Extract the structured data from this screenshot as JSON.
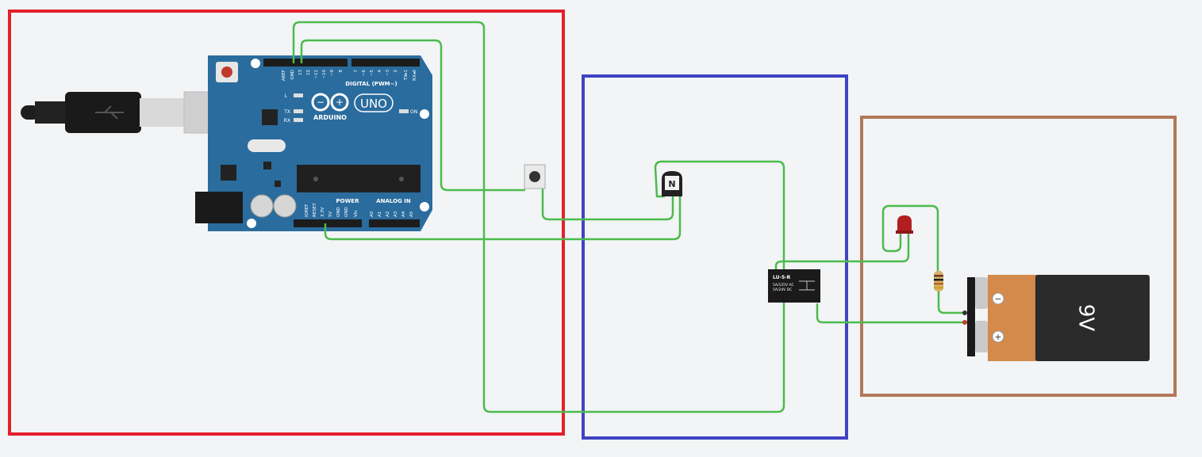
{
  "colors": {
    "background": "#f2f4f6",
    "wire": "#4cbb4c",
    "box_arduino": "#e4202b",
    "box_transistor": "#3e43c4",
    "box_battery": "#b3775a",
    "board": "#2b6c9e",
    "battery_orange": "#d48a4b",
    "battery_black": "#2b2b2b"
  },
  "arduino": {
    "brand": "ARDUINO",
    "model": "UNO",
    "digital_header": "DIGITAL (PWM~)",
    "power_header": "POWER",
    "analog_header": "ANALOG IN",
    "top_pins": [
      "AREF",
      "GND",
      "13",
      "12",
      "~11",
      "~10",
      "~9",
      "8",
      "7",
      "~6",
      "~5",
      "4",
      "~3",
      "2",
      "TX▸1",
      "RX◂0"
    ],
    "bottom_pins": [
      "IOREF",
      "RESET",
      "3.3V",
      "5V",
      "GND",
      "GND",
      "Vin",
      "A0",
      "A1",
      "A2",
      "A3",
      "A4",
      "A5"
    ],
    "led_labels": [
      "L",
      "TX",
      "RX"
    ],
    "on_label": "ON"
  },
  "usb_icon": "usb-icon",
  "transistor": {
    "label": "N"
  },
  "relay": {
    "model": "LU-5-R",
    "line1": "5A/125V AC",
    "line2": "5A/24V DC"
  },
  "battery": {
    "label": "9V",
    "minus": "−",
    "plus": "+"
  }
}
